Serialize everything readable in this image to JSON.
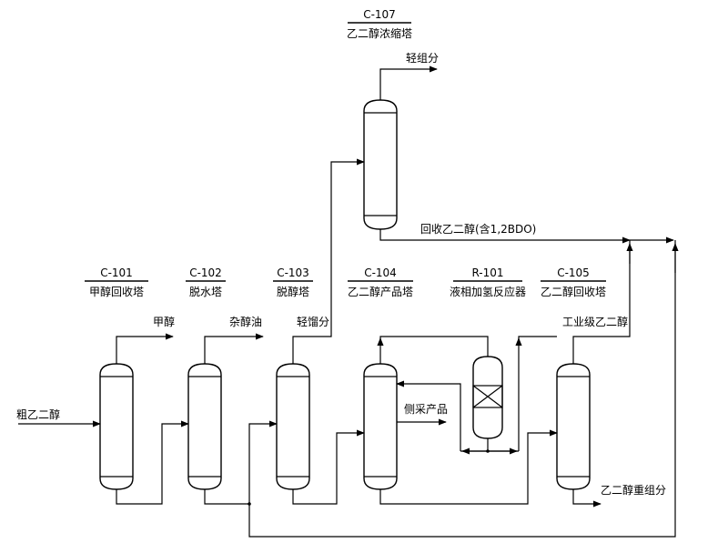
{
  "equipment": {
    "c101": {
      "tag": "C-101",
      "name": "甲醇回收塔"
    },
    "c102": {
      "tag": "C-102",
      "name": "脱水塔"
    },
    "c103": {
      "tag": "C-103",
      "name": "脱醇塔"
    },
    "c104": {
      "tag": "C-104",
      "name": "乙二醇产品塔"
    },
    "r101": {
      "tag": "R-101",
      "name": "液相加氢反应器"
    },
    "c105": {
      "tag": "C-105",
      "name": "乙二醇回收塔"
    },
    "c107": {
      "tag": "C-107",
      "name": "乙二醇浓缩塔"
    }
  },
  "streams": {
    "feed": "粗乙二醇",
    "methanol": "甲醇",
    "mixed_alcohol_oil": "杂醇油",
    "light_distillate": "轻馏分",
    "side_draw": "侧采产品",
    "industrial_eg": "工业级乙二醇",
    "eg_heavy": "乙二醇重组分",
    "recovered_eg": "回收乙二醇(含1,2BDO)",
    "light_component": "轻组分"
  }
}
